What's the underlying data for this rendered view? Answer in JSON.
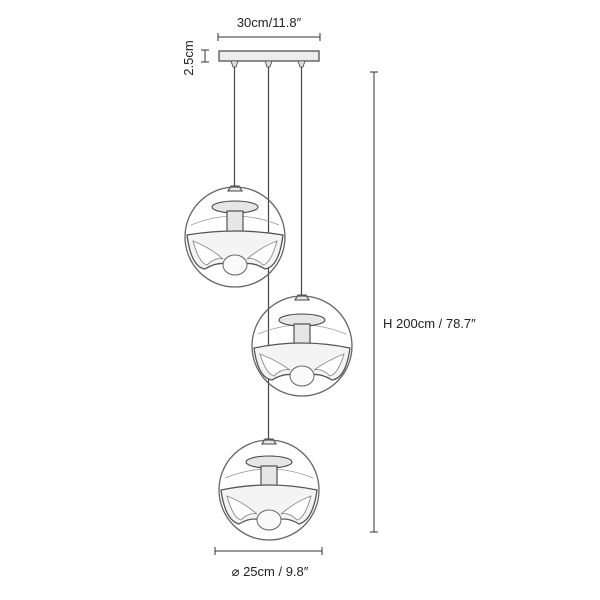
{
  "dimensions": {
    "canopy_width": "30cm/11.8″",
    "canopy_height": "2.5cm",
    "overall_height": "H 200cm / 78.7″",
    "globe_diameter": "⌀ 25cm / 9.8″"
  },
  "product": {
    "pendant_count": 3
  }
}
